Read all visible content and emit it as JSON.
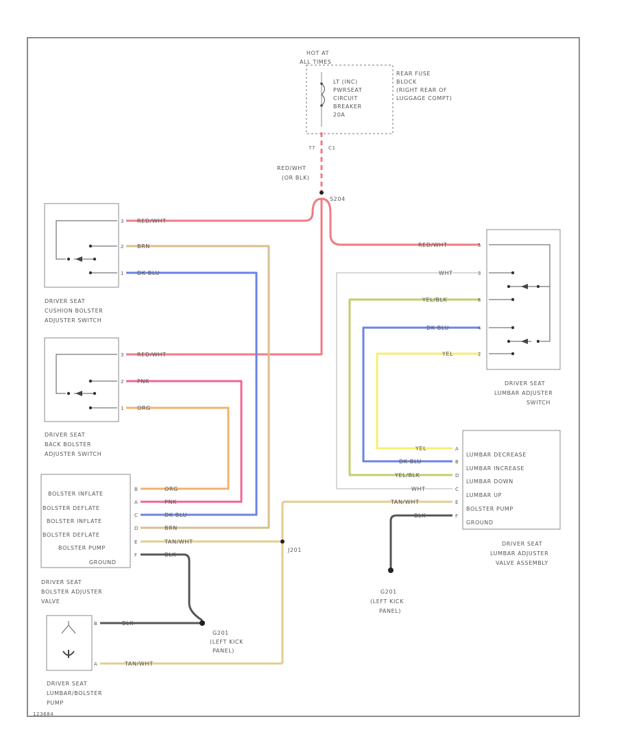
{
  "power": {
    "hot_at": "HOT AT",
    "all_times": "ALL TIMES",
    "breaker": [
      "LT (INC)",
      "PWRSEAT",
      "CIRCUIT",
      "BREAKER",
      "20A"
    ],
    "fuse_block": [
      "REAR FUSE",
      "BLOCK",
      "(RIGHT REAR OF",
      "LUGGAGE COMPT)"
    ],
    "pin_left": "77",
    "pin_right": "C1",
    "wire": "RED/WHT",
    "wire2": "(OR BLK)",
    "splice": "S204"
  },
  "cushion_switch": {
    "name": [
      "DRIVER SEAT",
      "CUSHION BOLSTER",
      "ADJUSTER SWITCH"
    ],
    "pins": [
      "3",
      "2",
      "1"
    ],
    "wires": [
      "RED/WHT",
      "BRN",
      "DK BLU"
    ]
  },
  "back_switch": {
    "name": [
      "DRIVER SEAT",
      "BACK BOLSTER",
      "ADJUSTER SWITCH"
    ],
    "pins": [
      "3",
      "2",
      "1"
    ],
    "wires": [
      "RED/WHT",
      "PNK",
      "ORG"
    ]
  },
  "bolster_valve": {
    "name": [
      "DRIVER SEAT",
      "BOLSTER ADJUSTER",
      "VALVE"
    ],
    "rows": [
      "BOLSTER INFLATE",
      "BOLSTER DEFLATE",
      "BOLSTER INFLATE",
      "BOLSTER DEFLATE",
      "BOLSTER PUMP",
      "GROUND"
    ],
    "pins": [
      "B",
      "A",
      "C",
      "D",
      "E",
      "F"
    ],
    "wires": [
      "ORG",
      "PNK",
      "DK BLU",
      "BRN",
      "TAN/WHT",
      "BLK"
    ]
  },
  "pump": {
    "name": [
      "DRIVER SEAT",
      "LUMBAR/BOLSTER",
      "PUMP"
    ],
    "pins": [
      "B",
      "A"
    ],
    "wires": [
      "BLK",
      "TAN/WHT"
    ]
  },
  "lumbar_switch": {
    "name": [
      "DRIVER SEAT",
      "LUMBAR ADJUSTER",
      "SWITCH"
    ],
    "pins": [
      "5",
      "3",
      "6",
      "4",
      "2"
    ],
    "wires": [
      "RED/WHT",
      "WHT",
      "YEL/BLK",
      "DK BLU",
      "YEL"
    ]
  },
  "lumbar_valve": {
    "name": [
      "DRIVER SEAT",
      "LUMBAR ADJUSTER",
      "VALVE ASSEMBLY"
    ],
    "rows": [
      "LUMBAR DECREASE",
      "LUMBAR INCREASE",
      "LUMBAR DOWN",
      "LUMBAR UP",
      "BOLSTER PUMP",
      "GROUND"
    ],
    "pins": [
      "A",
      "B",
      "D",
      "C",
      "E",
      "F"
    ],
    "wires": [
      "YEL",
      "DK BLU",
      "YEL/BLK",
      "WHT",
      "TAN/WHT",
      "BLK"
    ]
  },
  "grounds": {
    "g1_name": [
      "G201",
      "(LEFT KICK",
      "PANEL)"
    ],
    "g2_name": [
      "G201",
      "(LEFT KICK",
      "PANEL)"
    ],
    "splice2": "J201"
  },
  "footer": "123684",
  "colors": {
    "red_wht": "#f07b82",
    "brn": "#d8bf8e",
    "dk_blu": "#6a83e6",
    "pnk": "#f06591",
    "org": "#f2b26d",
    "tan": "#e2cc8f",
    "blk": "#555555",
    "wht": "#cccccc",
    "yel_blk": "#c5cd6a",
    "yel": "#f4ef6e"
  }
}
